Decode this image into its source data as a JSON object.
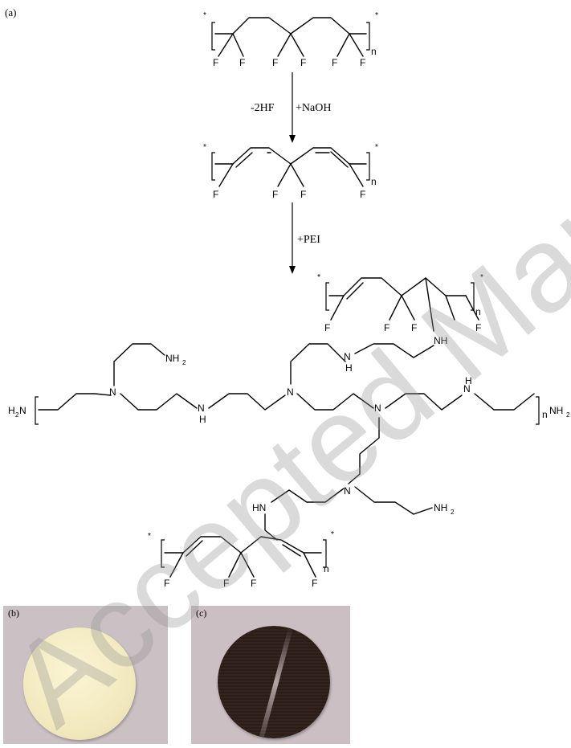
{
  "labels": {
    "panel_a": "(a)",
    "panel_b": "(b)",
    "panel_c": "(c)"
  },
  "reaction": {
    "step1_left": "-2HF",
    "step1_right": "+NaOH",
    "step2": "+PEI"
  },
  "atoms": {
    "F": "F",
    "n": "n",
    "star": "*",
    "N": "N",
    "H": "H",
    "NH": "NH",
    "HN": "HN",
    "NH2": "NH",
    "H2N": "H",
    "sub2": "2",
    "NH2_end": "NH"
  },
  "watermark": "Accepted Manuscript"
}
